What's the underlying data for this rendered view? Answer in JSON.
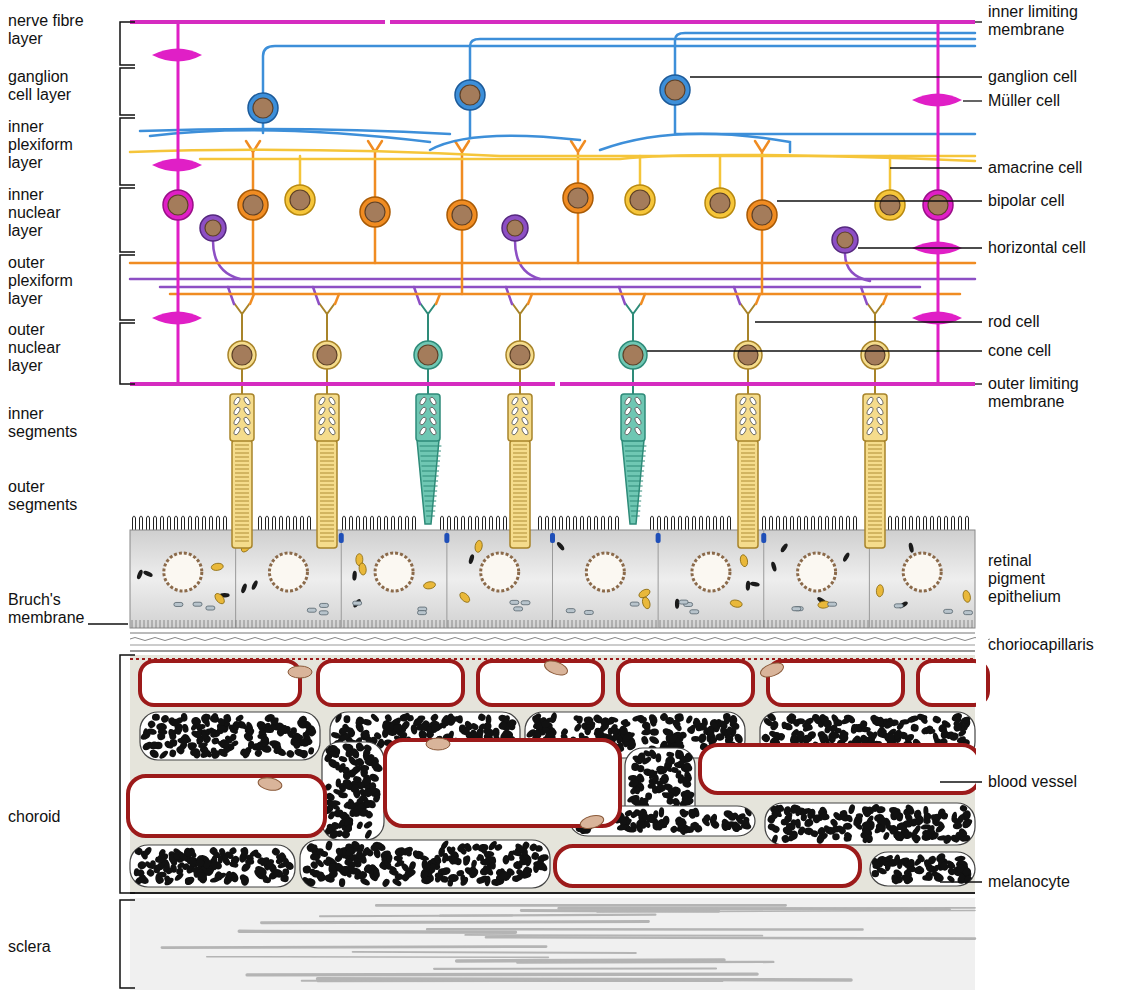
{
  "diagram": {
    "labels": [
      "nerve fibre layer",
      "inner limiting membrane",
      "ganglion cell layer",
      "ganglion cell",
      "Müller cell",
      "inner plexiform layer",
      "amacrine cell",
      "inner nuclear layer",
      "bipolar cell",
      "horizontal cell",
      "outer plexiform layer",
      "rod cell",
      "outer nuclear layer",
      "cone cell",
      "outer limiting membrane",
      "inner segments",
      "outer segments",
      "retinal pigment epithelium",
      "Bruch's membrane",
      "choriocapillaris",
      "blood vessel",
      "choroid",
      "melanocyte",
      "sclera"
    ]
  }
}
